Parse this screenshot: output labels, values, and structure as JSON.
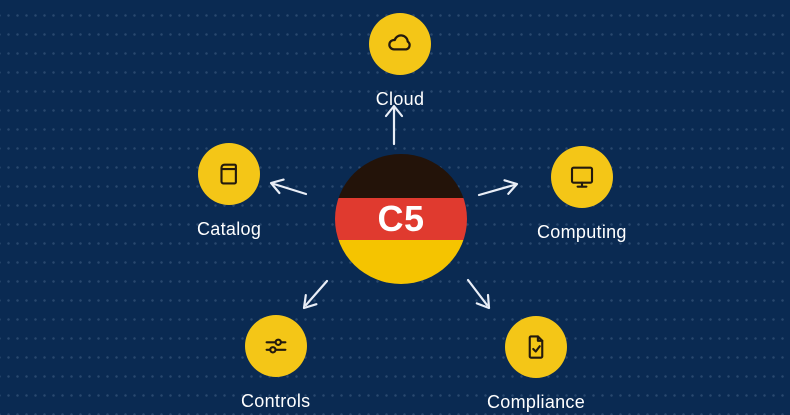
{
  "diagram": {
    "center": {
      "label": "C5"
    },
    "nodes": [
      {
        "id": "cloud",
        "label": "Cloud",
        "icon": "cloud-icon"
      },
      {
        "id": "catalog",
        "label": "Catalog",
        "icon": "book-icon"
      },
      {
        "id": "computing",
        "label": "Computing",
        "icon": "monitor-icon"
      },
      {
        "id": "controls",
        "label": "Controls",
        "icon": "sliders-icon"
      },
      {
        "id": "compliance",
        "label": "Compliance",
        "icon": "document-check-icon"
      }
    ],
    "colors": {
      "background": "#0a2a52",
      "node_fill": "#f4c617",
      "icon_stroke": "#231a0e",
      "arrow": "#e9eef7",
      "label_text": "#ffffff",
      "flag_black": "#231309",
      "flag_red": "#e03a2f",
      "flag_gold": "#f5c400",
      "center_text": "#ffffff"
    }
  }
}
